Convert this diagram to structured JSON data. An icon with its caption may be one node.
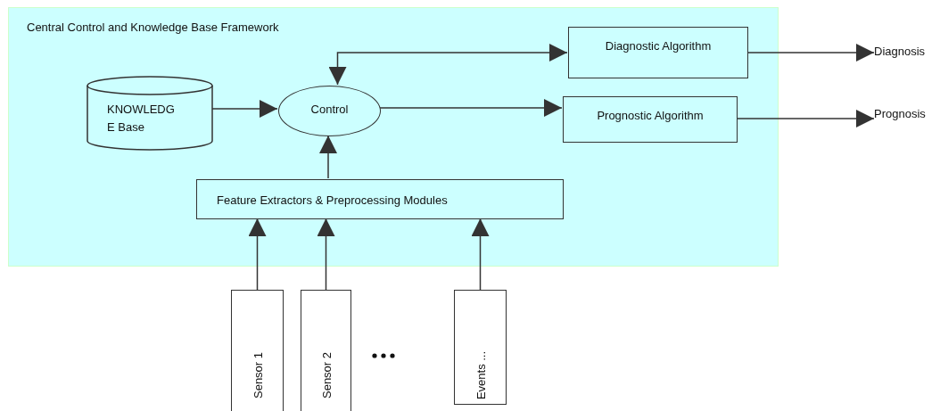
{
  "diagram": {
    "nodes": [
      {
        "text": [
          "Central Control and Knowledge Base Framework"
        ]
      },
      {
        "text": [
          "KNOWLEDG E Base"
        ],
        "in": 0
      },
      {
        "text": [
          "Control"
        ],
        "in": 0
      },
      {
        "text": [
          "Diagnostic Algorithm"
        ],
        "in": 0
      },
      {
        "text": [
          "Prognostic Algorithm"
        ],
        "in": 0
      },
      {
        "text": [
          "Feature Extractors & Preprocessing Modules"
        ],
        "in": 0
      },
      {
        "text": [
          "Diagnosis"
        ]
      },
      {
        "text": [
          "Prognosis"
        ]
      },
      {
        "text": [
          "Sensor 1"
        ]
      },
      {
        "text": [
          "Sensor 2"
        ]
      },
      {
        "text": [
          "Events ..."
        ]
      }
    ],
    "edges": [
      {
        "from": 1,
        "to": 2,
        "arrow": "to"
      },
      {
        "from": 2,
        "to": 3,
        "arrow": "both"
      },
      {
        "from": 2,
        "to": 4,
        "arrow": "to"
      },
      {
        "from": 5,
        "to": 2,
        "arrow": "to"
      },
      {
        "from": 3,
        "to": 6,
        "arrow": "to"
      },
      {
        "from": 4,
        "to": 7,
        "arrow": "to"
      },
      {
        "from": 8,
        "to": 5,
        "arrow": "to"
      },
      {
        "from": 9,
        "to": 5,
        "arrow": "to"
      },
      {
        "from": 10,
        "to": 5,
        "arrow": "to"
      }
    ]
  }
}
